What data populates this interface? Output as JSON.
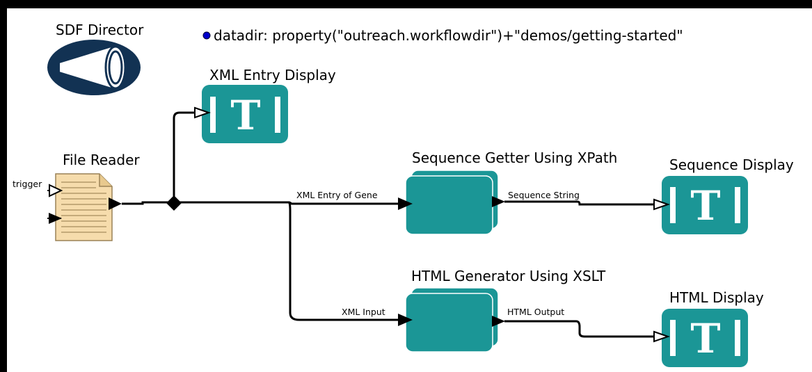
{
  "director": {
    "label": "SDF Director"
  },
  "parameter": {
    "text": "datadir: property(\"outreach.workflowdir\")+\"demos/getting-started\""
  },
  "actors": {
    "xml_entry_display": {
      "label": "XML Entry Display",
      "glyph": "T"
    },
    "file_reader": {
      "label": "File Reader",
      "port_trigger": "trigger"
    },
    "sequence_getter": {
      "label": "Sequence Getter Using XPath",
      "in_port": "XML Entry of Gene",
      "out_port": "Sequence String"
    },
    "sequence_display": {
      "label": "Sequence Display",
      "glyph": "T"
    },
    "html_generator": {
      "label": "HTML Generator Using XSLT",
      "in_port": "XML Input",
      "out_port": "HTML Output"
    },
    "html_display": {
      "label": "HTML Display",
      "glyph": "T"
    }
  },
  "colors": {
    "teal": "#1b9696",
    "director_navy": "#123253",
    "param_dot": "#0000cc",
    "file_paper": "#f6dcac"
  }
}
